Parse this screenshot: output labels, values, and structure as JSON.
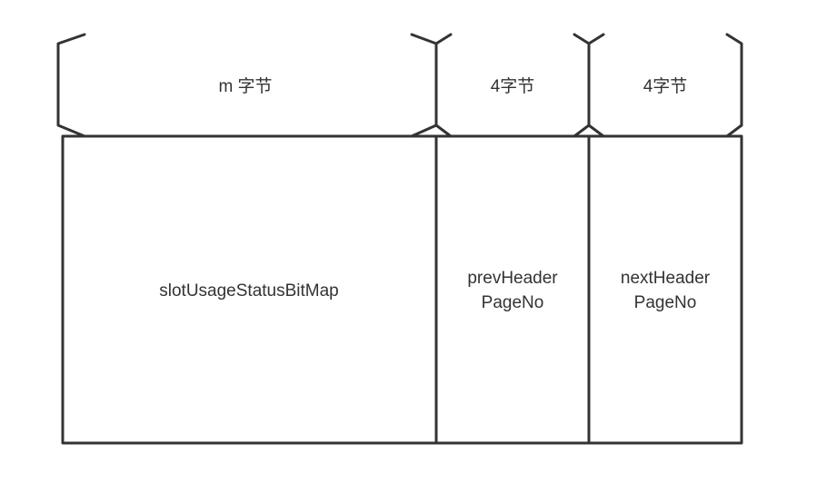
{
  "colors": {
    "line": "#333333",
    "background": "#ffffff"
  },
  "braces": [
    {
      "label": "m 字节"
    },
    {
      "label": "4字节"
    },
    {
      "label": "4字节"
    }
  ],
  "fields": [
    {
      "lines": [
        "slotUsageStatusBitMap"
      ]
    },
    {
      "lines": [
        "prevHeader",
        "PageNo"
      ]
    },
    {
      "lines": [
        "nextHeader",
        "PageNo"
      ]
    }
  ]
}
